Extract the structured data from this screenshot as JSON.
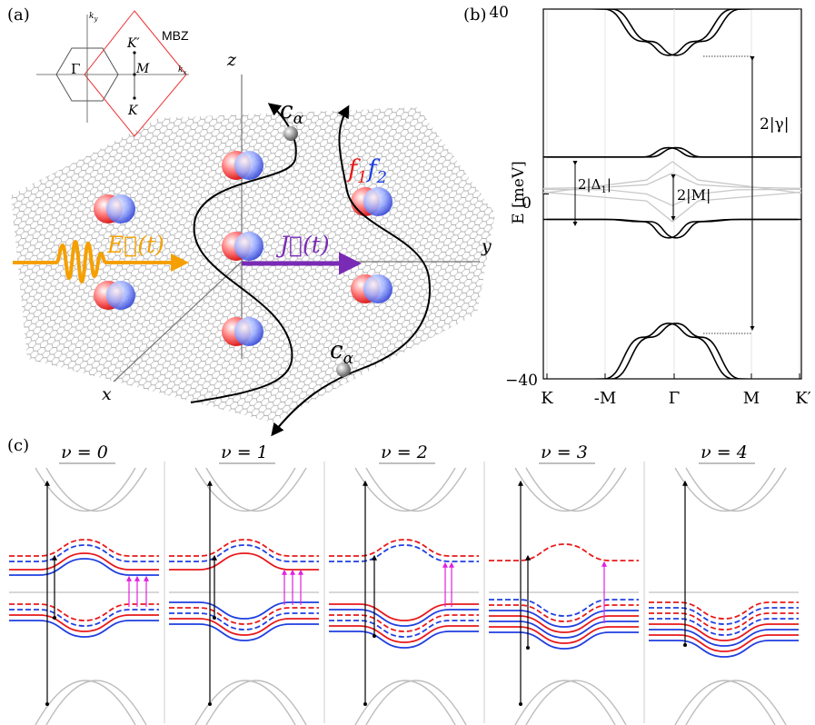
{
  "panel_labels": {
    "a": "(a)",
    "b": "(b)",
    "c": "(c)"
  },
  "panel_a": {
    "inset": {
      "ky": "k",
      "ky_sub": "y",
      "kx": "k",
      "kx_sub": "x",
      "mbz": "MBZ",
      "gamma": "Γ",
      "M": "M",
      "K": "K",
      "Kprime": "K′"
    },
    "axes": {
      "z": "z",
      "x": "x",
      "y": "y"
    },
    "labels": {
      "c_alpha": "c",
      "alpha": "α",
      "f1": "f",
      "one": "1",
      "f2": "f",
      "two": "2",
      "E_field": "E⃗(t)",
      "J_current": "J⃗(t)"
    },
    "colors": {
      "f1": "#e8191a",
      "f2": "#1f3fe0",
      "E_field": "#f5a000",
      "J_current": "#7a2bb5",
      "lattice": "#555555"
    }
  },
  "panel_b": {
    "ylabel": "E [meV]",
    "yticks": [
      "40",
      "0",
      "−40"
    ],
    "xticks": [
      "K",
      "-M",
      "Γ",
      "M",
      "K′"
    ],
    "annotations": {
      "gamma_gap": "2|γ|",
      "delta_gap": "2|Δ",
      "delta_sub": "1",
      "delta_close": "|",
      "m_gap": "2|M|"
    },
    "chart_data": {
      "type": "line",
      "xlabel": "",
      "ylabel": "E [meV]",
      "ylim": [
        -40,
        40
      ],
      "x_ticks": [
        "K",
        "-M",
        "Γ",
        "M",
        "K′"
      ],
      "y_ticks": [
        40,
        0,
        -40
      ],
      "series": [
        {
          "values": [
            8,
            8,
            8,
            10,
            8,
            8,
            8
          ]
        },
        {
          "values": [
            -5.5,
            -5.5,
            -6,
            -9.5,
            -6,
            -5.5,
            -5.5
          ]
        },
        {
          "values": [
            41,
            40,
            33,
            30,
            33,
            40,
            41
          ]
        },
        {
          "values": [
            -41,
            -40,
            -31,
            -28,
            -31,
            -40,
            -41
          ]
        }
      ],
      "x": [
        0,
        0.25,
        0.4,
        0.5,
        0.6,
        0.75,
        1
      ]
    }
  },
  "panel_c": {
    "titles": [
      "ν = 0",
      "ν = 1",
      "ν = 2",
      "ν = 3",
      "ν = 4"
    ],
    "colors": {
      "red": "#e8191a",
      "blue": "#1f3fe0",
      "magenta": "#e020e0",
      "gray": "#bdbdbd"
    }
  }
}
